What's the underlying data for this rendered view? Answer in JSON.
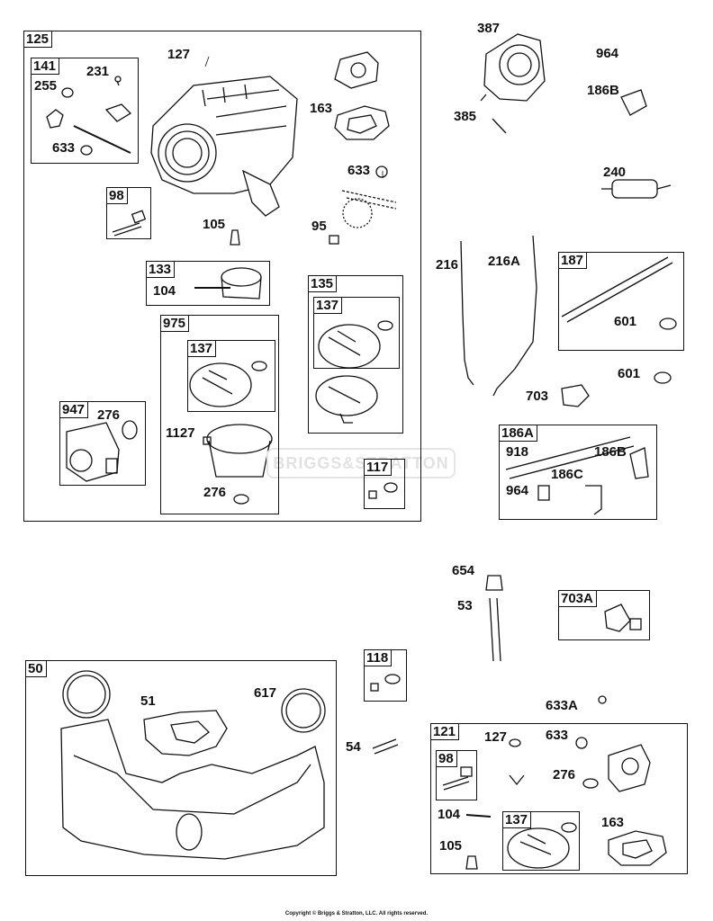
{
  "groups": {
    "g125": "125",
    "g141": "141",
    "g98a": "98",
    "g133": "133",
    "g135": "135",
    "g137a": "137",
    "g975": "975",
    "g137b": "137",
    "g947": "947",
    "g117": "117",
    "g187": "187",
    "g186A": "186A",
    "g703A": "703A",
    "g50": "50",
    "g118": "118",
    "g121": "121",
    "g98b": "98",
    "g137c": "137"
  },
  "parts": {
    "p127a": "127",
    "p231": "231",
    "p255": "255",
    "p633a": "633",
    "p163a": "163",
    "p633b": "633",
    "p105a": "105",
    "p95": "95",
    "p104a": "104",
    "p276a": "276",
    "p1127": "1127",
    "p276b": "276",
    "p387": "387",
    "p964a": "964",
    "p186Ba": "186B",
    "p385": "385",
    "p240": "240",
    "p216": "216",
    "p216A": "216A",
    "p601a": "601",
    "p601b": "601",
    "p703": "703",
    "p918": "918",
    "p186Bb": "186B",
    "p186C": "186C",
    "p964b": "964",
    "p654": "654",
    "p53": "53",
    "p51": "51",
    "p617": "617",
    "p54": "54",
    "p633A": "633A",
    "p127b": "127",
    "p633c": "633",
    "p276c": "276",
    "p104b": "104",
    "p105b": "105",
    "p163b": "163"
  },
  "watermark": "BRIGGS&STRATTON",
  "copyright": "Copyright © Briggs & Stratton, LLC. All rights reserved."
}
